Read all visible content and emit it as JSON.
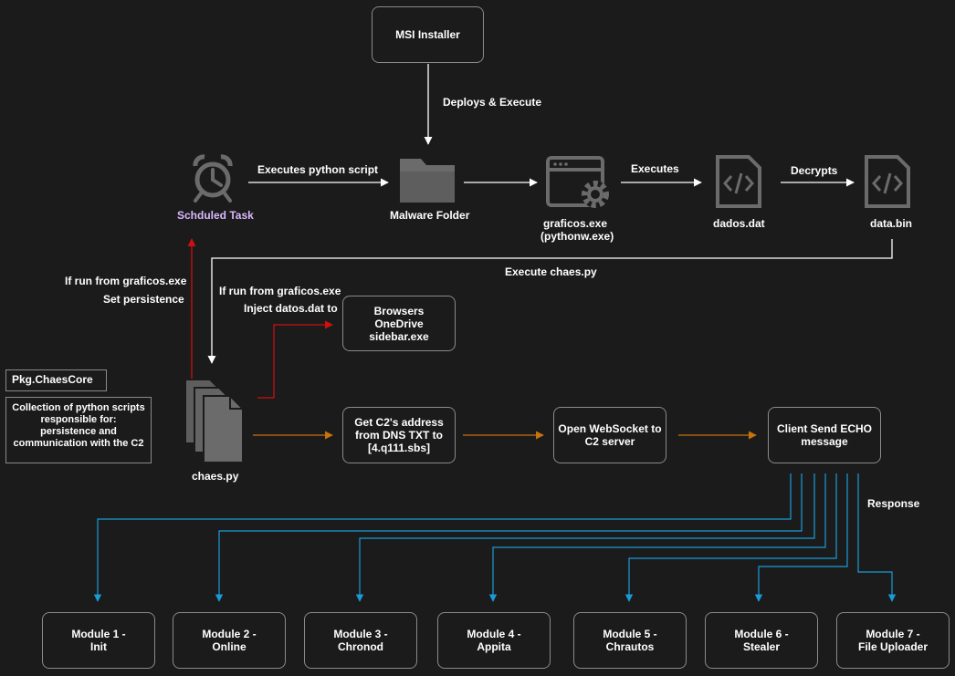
{
  "nodes": {
    "msi": "MSI Installer",
    "task": "Schduled Task",
    "folder": "Malware Folder",
    "graficos": "graficos.exe\n(pythonw.exe)",
    "dados": "dados.dat",
    "databin": "data.bin",
    "browsers": "Browsers\nOneDrive\nsidebar.exe",
    "chaes": "chaes.py",
    "c2addr": "Get C2's address\nfrom DNS TXT to\n[4.q111.sbs]",
    "websocket": "Open WebSocket to\nC2 server",
    "echo": "Client Send ECHO\nmessage"
  },
  "edges": {
    "deploys": "Deploys & Execute",
    "exec_python": "Executes python script",
    "executes": "Executes",
    "decrypts": "Decrypts",
    "exec_chaes": "Execute chaes.py",
    "persist_1": "If run from graficos.exe",
    "persist_2": "Set persistence",
    "inject_1": "If run from graficos.exe",
    "inject_2": "Inject datos.dat to",
    "response": "Response"
  },
  "package": {
    "title": "Pkg.ChaesCore",
    "description": "Collection of python scripts\nresponsible for:\npersistence and\ncommunication with the C2"
  },
  "modules": [
    "Module 1 -\nInit",
    "Module 2 -\nOnline",
    "Module 3 -\nChronod",
    "Module 4 -\nAppita",
    "Module 5 -\nChrautos",
    "Module 6 -\nStealer",
    "Module 7 -\nFile Uploader"
  ],
  "colors": {
    "background": "#1b1b1b",
    "text": "#ffffff",
    "task_label": "#d9b8ff",
    "flow_arrow": "#ffffff",
    "persistence_arrow": "#cc1111",
    "c2_flow_arrow": "#c9720c",
    "module_arrow": "#1a9bd7",
    "icon": "#6b6b6b"
  }
}
